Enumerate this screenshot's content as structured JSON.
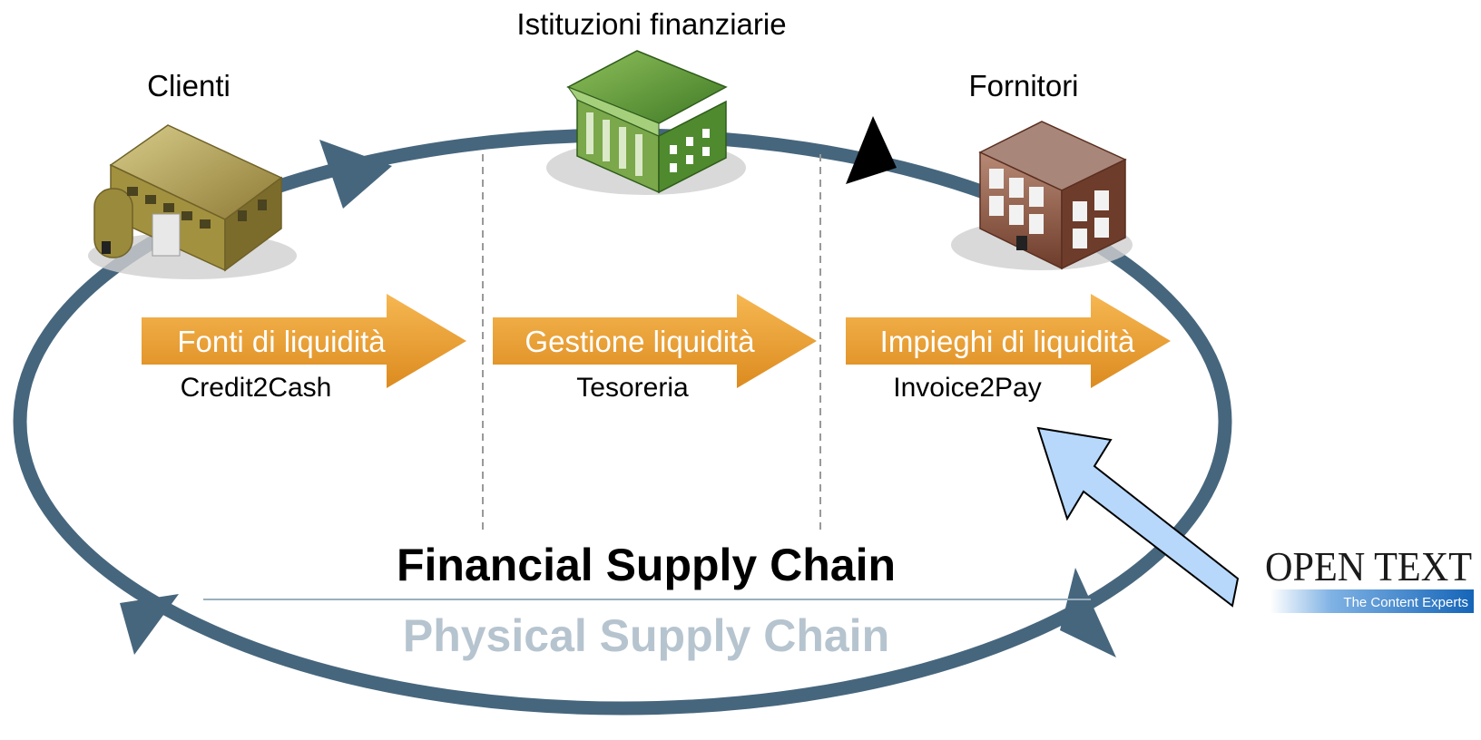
{
  "actors": {
    "clients": "Clienti",
    "banks": "Istituzioni finanziarie",
    "suppliers": "Fornitori"
  },
  "steps": [
    {
      "label": "Fonti di liquidità",
      "sub": "Credit2Cash"
    },
    {
      "label": "Gestione liquidità",
      "sub": "Tesoreria"
    },
    {
      "label": "Impieghi di liquidità",
      "sub": "Invoice2Pay"
    }
  ],
  "financial_chain": "Financial Supply Chain",
  "physical_chain": "Physical Supply Chain",
  "logo": {
    "name": "OPEN TEXT",
    "tagline": "The Content Experts"
  },
  "icons": {
    "clients": "factory-building-icon",
    "banks": "bank-building-icon",
    "suppliers": "office-building-icon"
  },
  "colors": {
    "cycle": "#46667d",
    "step_arrow_top": "#f5b24e",
    "step_arrow_bottom": "#de8f22",
    "callout_arrow": "#b7d8fb",
    "physical_text": "#b6c4cf",
    "logo_blue": "#1a6fc0"
  }
}
